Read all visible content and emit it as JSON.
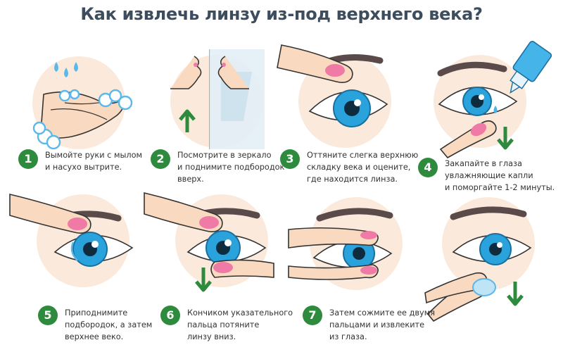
{
  "title": "Как извлечь линзу из-под верхнего века?",
  "colors": {
    "accent": "#2e8b3e",
    "circle": "#fbeadb",
    "skin": "#f9d9bf",
    "iris": "#2aa3dd",
    "nail": "#f07aa6"
  },
  "steps": [
    {
      "number": "1",
      "lines": [
        "Вымойте руки с мылом",
        "и насухо вытрите."
      ]
    },
    {
      "number": "2",
      "lines": [
        "Посмотрите в зеркало",
        "и поднимите подбородок",
        "вверх."
      ]
    },
    {
      "number": "3",
      "lines": [
        "Оттяните слегка верхнюю",
        "складку века и оцените,",
        "где находится линза."
      ]
    },
    {
      "number": "4",
      "lines": [
        "Закапайте в глаза",
        "увлажняющие капли",
        "и поморгайте 1-2 минуты."
      ]
    },
    {
      "number": "5",
      "lines": [
        "Приподнимите",
        "подбородок, а затем",
        "верхнее веко."
      ]
    },
    {
      "number": "6",
      "lines": [
        "Кончиком указательного",
        "пальца потяните",
        "линзу вниз."
      ]
    },
    {
      "number": "7",
      "lines": [
        "Затем сожмите ее двумя",
        "пальцами и извлеките",
        "из глаза."
      ]
    }
  ]
}
